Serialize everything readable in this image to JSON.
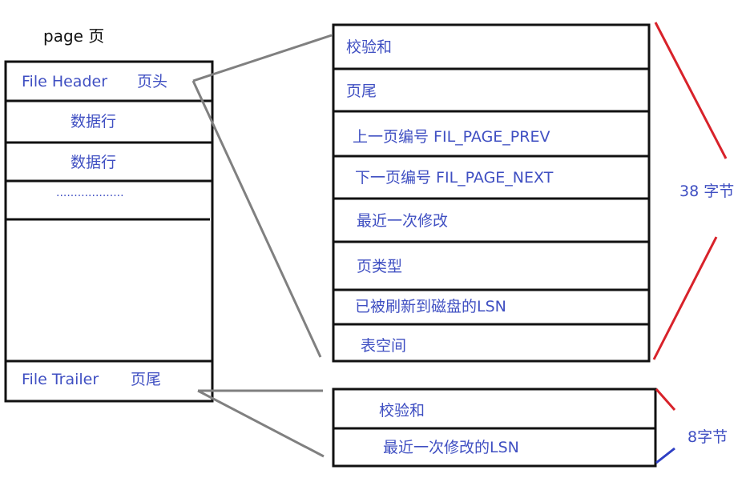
{
  "page_title": "page 页",
  "left_page": {
    "rows": [
      "File Header 页头",
      "数据行",
      "数据行",
      "....................",
      "",
      "File Trailer 页尾"
    ],
    "header_label": "File Header",
    "header_cn": "页头",
    "row1": "数据行",
    "row2": "数据行",
    "ellipsis": "...................",
    "trailer_label": "File Trailer",
    "trailer_cn": "页尾"
  },
  "file_header_fields": [
    "校验和",
    "页尾",
    "上一页编号 FIL_PAGE_PREV",
    "下一页编号 FIL_PAGE_NEXT",
    "最近一次修改",
    "页类型",
    "已被刷新到磁盘的LSN",
    "表空间"
  ],
  "file_header_size": "38 字节",
  "file_trailer_fields": [
    "校验和",
    "最近一次修改的LSN"
  ],
  "file_trailer_size": "8字节",
  "colors": {
    "text": "#3f4fc2",
    "bracket_red": "#d8222a",
    "bracket_blue": "#2e3fc4",
    "connector": "#808080",
    "border": "#111111"
  }
}
